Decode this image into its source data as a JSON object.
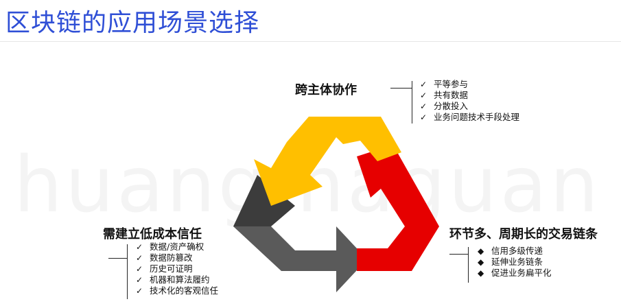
{
  "title": "区块链的应用场景选择",
  "watermark": "huangmaguan",
  "top": {
    "heading": "跨主体协作",
    "marker": "✓",
    "items": [
      "平等参与",
      "共有数据",
      "分散投入",
      "业务问题技术手段处理"
    ]
  },
  "left": {
    "heading": "需建立低成本信任",
    "marker": "✓",
    "items": [
      "数据/资产确权",
      "数据防篡改",
      "历史可证明",
      "机器和算法履约",
      "技术化的客观信任"
    ]
  },
  "right": {
    "heading": "环节多、周期长的交易链条",
    "marker": "◆",
    "items": [
      "信用多级传递",
      "延伸业务链条",
      "促进业务扁平化"
    ]
  },
  "colors": {
    "title": "#2f4fd6",
    "yellow": "#ffbf00",
    "red": "#e60000",
    "gray": "#5a5a5a",
    "dark_gray": "#3c3c3c"
  }
}
